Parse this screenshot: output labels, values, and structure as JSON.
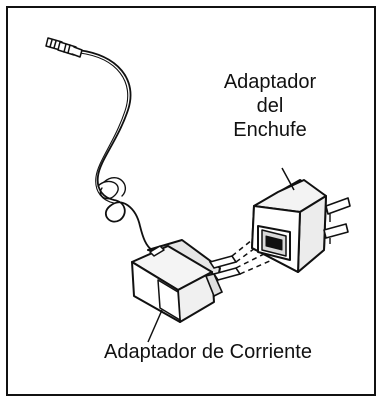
{
  "labels": {
    "plug_adapter": [
      "Adaptador",
      "del",
      "Enchufe"
    ],
    "power_adapter": "Adaptador de Corriente"
  },
  "colors": {
    "stroke": "#111111",
    "background": "#ffffff",
    "shade": "#d9d9d9"
  },
  "icons": {
    "power_adapter": "power-adapter-icon",
    "plug_adapter": "plug-adapter-icon",
    "cable": "cable-icon",
    "connector": "barrel-connector-icon"
  }
}
